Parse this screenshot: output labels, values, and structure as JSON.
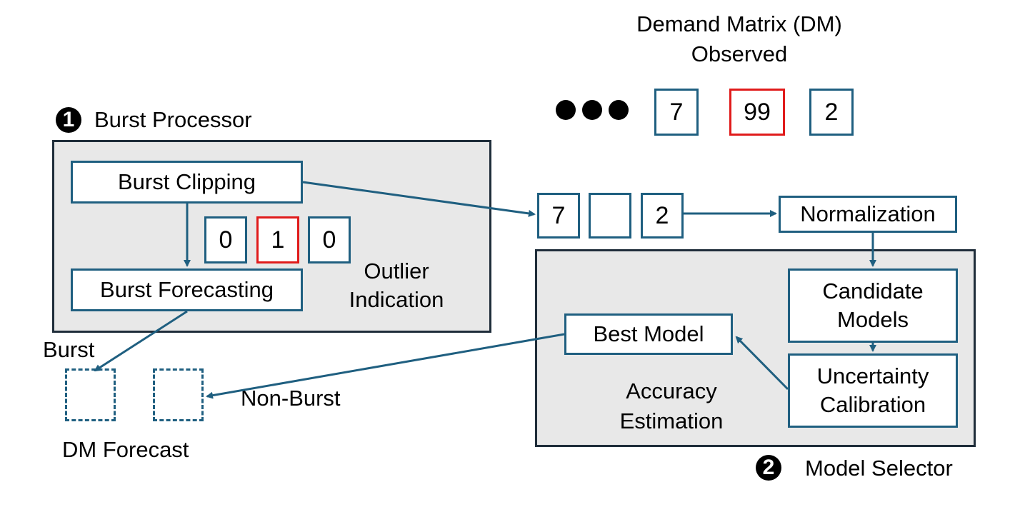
{
  "title": {
    "line1": "Demand Matrix (DM)",
    "line2": "Observed"
  },
  "observed_cells": [
    "7",
    "99",
    "2"
  ],
  "burst_processor": {
    "badge": "1",
    "label": "Burst Processor",
    "clipping": "Burst Clipping",
    "forecasting": "Burst Forecasting",
    "outlier_cells": [
      "0",
      "1",
      "0"
    ],
    "outlier_label_1": "Outlier",
    "outlier_label_2": "Indication"
  },
  "clipped_cells": [
    "7",
    "",
    "2"
  ],
  "normalization": "Normalization",
  "model_selector": {
    "badge": "2",
    "label": "Model Selector",
    "candidate_1": "Candidate",
    "candidate_2": "Models",
    "uncertainty_1": "Uncertainty",
    "uncertainty_2": "Calibration",
    "best_model": "Best Model",
    "accuracy_1": "Accuracy",
    "accuracy_2": "Estimation"
  },
  "forecast": {
    "burst_label": "Burst",
    "non_burst_label": "Non-Burst",
    "caption": "DM Forecast"
  },
  "colors": {
    "box_border": "#1f5f80",
    "highlight": "#e01b1b",
    "panel_fill": "#e8e8e8",
    "panel_border": "#1f2d3a"
  }
}
